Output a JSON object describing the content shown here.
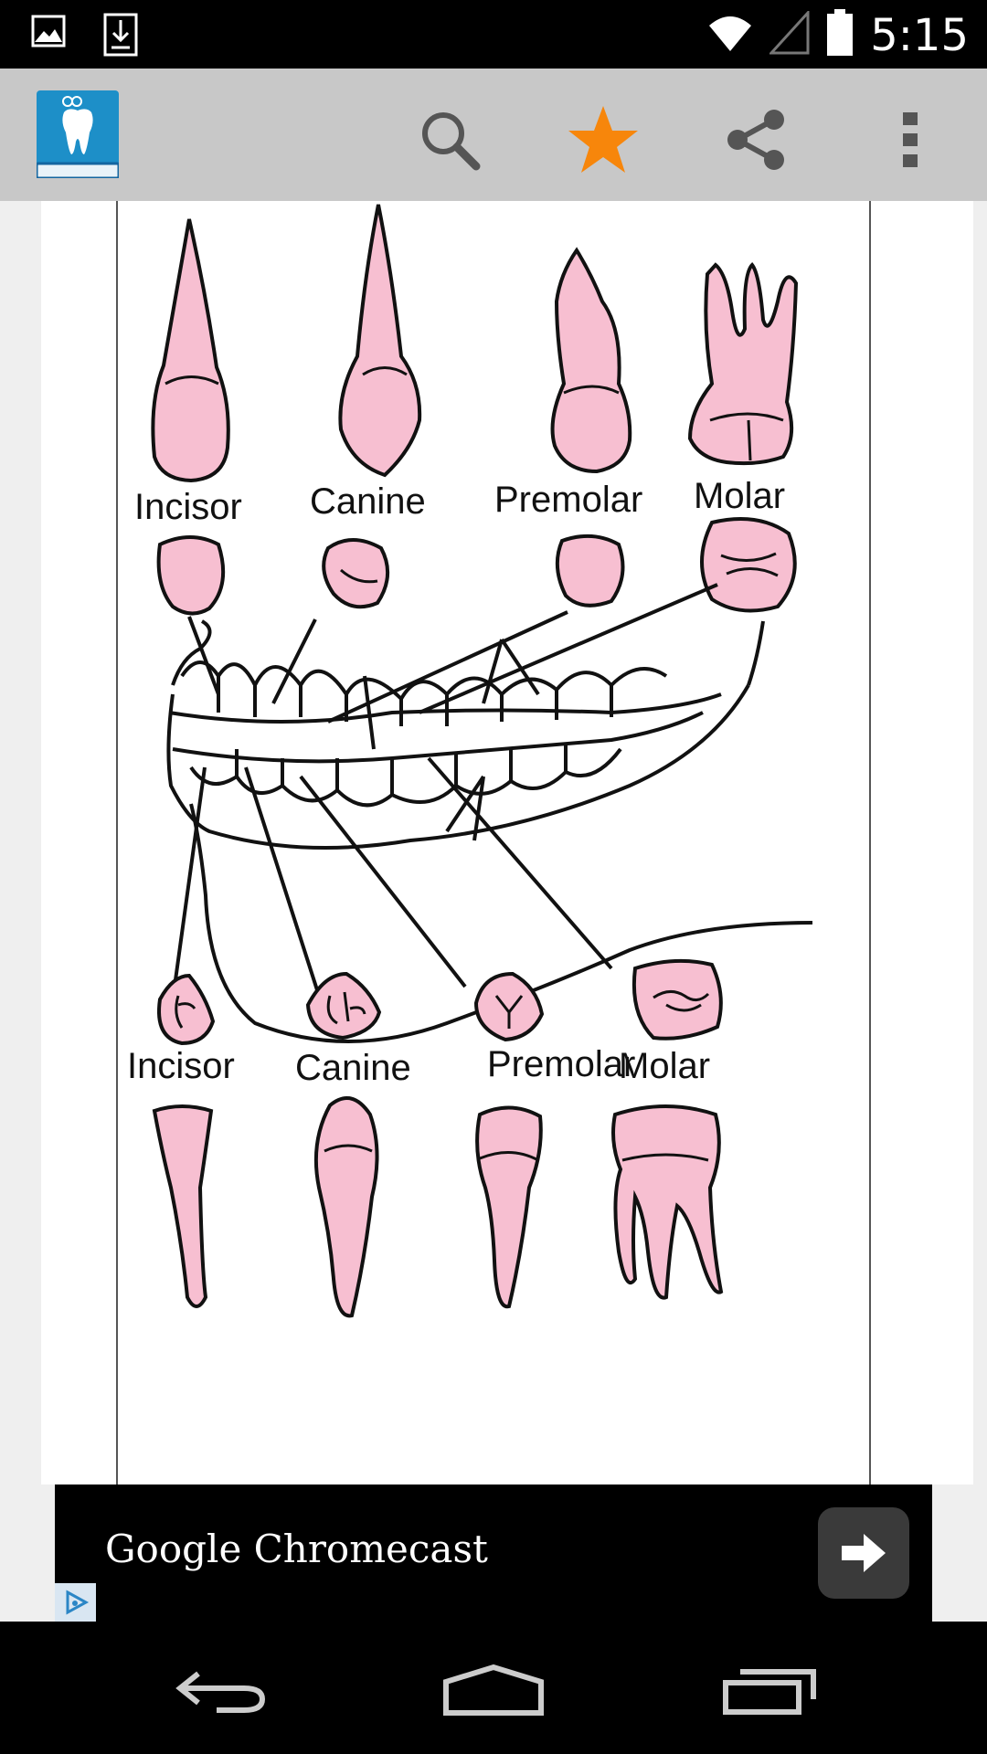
{
  "status_bar": {
    "time": "5:15",
    "icons": [
      "image-icon",
      "download-icon",
      "wifi-icon",
      "signal-icon",
      "battery-icon"
    ]
  },
  "action_bar": {
    "app_icon": "tooth-book-icon",
    "actions": [
      "search-icon",
      "star-icon",
      "share-icon",
      "overflow-menu-icon"
    ],
    "star_color": "#f7860b"
  },
  "diagram": {
    "upper_labels": [
      "Incisor",
      "Canine",
      "Premolar",
      "Molar"
    ],
    "lower_labels": [
      "Incisor",
      "Canine",
      "Premolar",
      "Molar"
    ],
    "tooth_color": "#f7bfd1"
  },
  "ad": {
    "text": "Google Chromecast",
    "arrow_icon": "arrow-right-icon",
    "choice_icon": "ad-choices-icon"
  },
  "nav_bar": {
    "buttons": [
      "back-icon",
      "home-icon",
      "recents-icon"
    ]
  }
}
